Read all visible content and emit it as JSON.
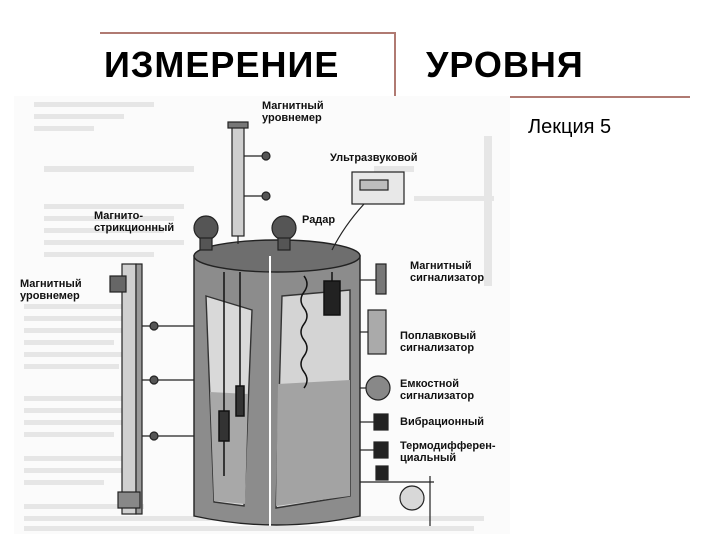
{
  "slide": {
    "title_word1": "ИЗМЕРЕНИЕ",
    "title_word2": "УРОВНЯ",
    "subtitle": "Лекция 5"
  },
  "figure": {
    "labels": {
      "magnetic_level_gauge_top": "Магнитный\nуровнемер",
      "ultrasonic": "Ультразвуковой",
      "magnetostrictive": "Магнито-\nстрикционный",
      "radar": "Радар",
      "magnetic_level_gauge_left": "Магнитный\nуровнемер",
      "magnetic_switch": "Магнитный\nсигнализатор",
      "float_switch": "Поплавковый\nсигнализатор",
      "capacitive_switch": "Емкостной\nсигнализатор",
      "vibration": "Вибрационный",
      "thermodifferential": "Термодифферен-\nциальный"
    }
  }
}
